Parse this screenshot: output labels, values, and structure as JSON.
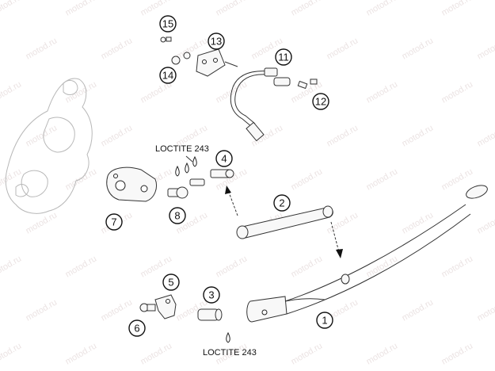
{
  "watermark": "motod.ru",
  "callouts": [
    {
      "id": "1",
      "label": "1"
    },
    {
      "id": "2",
      "label": "2"
    },
    {
      "id": "3",
      "label": "3"
    },
    {
      "id": "4",
      "label": "4"
    },
    {
      "id": "5",
      "label": "5"
    },
    {
      "id": "6",
      "label": "6"
    },
    {
      "id": "7",
      "label": "7"
    },
    {
      "id": "8",
      "label": "8"
    },
    {
      "id": "11",
      "label": "11"
    },
    {
      "id": "12",
      "label": "12"
    },
    {
      "id": "13",
      "label": "13"
    },
    {
      "id": "14",
      "label": "14"
    },
    {
      "id": "15",
      "label": "15"
    }
  ],
  "notes": {
    "loctite_top": "LOCTITE 243",
    "loctite_bottom": "LOCTITE 243"
  }
}
